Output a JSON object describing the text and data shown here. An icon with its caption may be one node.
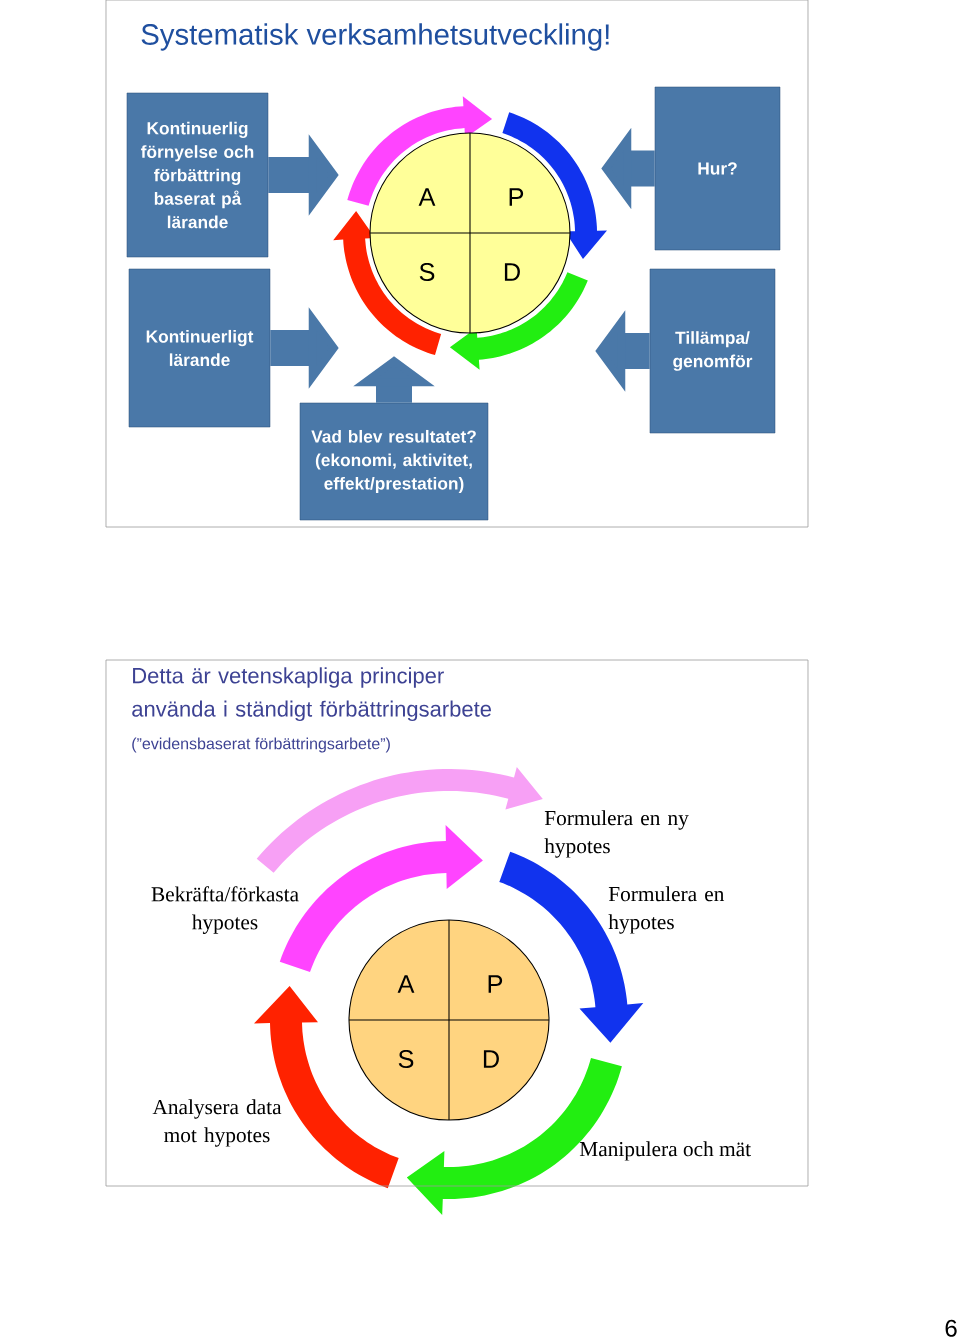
{
  "diagram": {
    "nodes": [
      {
        "text": [
          "Systematisk verksamhetsutveckling!"
        ]
      },
      {
        "text": [
          "Kontinuerlig förnyelse och förbättring baserat på lärande"
        ],
        "in": 0
      },
      {
        "text": [
          "Hur?"
        ],
        "in": 0
      },
      {
        "text": [
          "A",
          "P",
          "S",
          "D"
        ],
        "in": 0
      },
      {
        "text": [
          "Kontinuerligt lärande"
        ],
        "in": 0
      },
      {
        "text": [
          "Tillämpa/ genomför"
        ],
        "in": 0
      },
      {
        "text": [
          "Vad blev resultatet? (ekonomi, aktivitet, effekt/prestation)"
        ],
        "in": 0
      },
      {
        "text": [
          "Detta är vetenskapliga principer använda i ständigt förbättringsarbete",
          "(”evidensbaserat förbättringsarbete”)"
        ]
      },
      {
        "text": [
          "A",
          "P",
          "S",
          "D"
        ],
        "in": 7
      }
    ],
    "edges": [
      {
        "from": 1,
        "to": 3,
        "arrow": "to"
      },
      {
        "from": 2,
        "to": 3,
        "arrow": "to"
      },
      {
        "from": 4,
        "to": 3,
        "arrow": "to"
      },
      {
        "from": 5,
        "to": 3,
        "arrow": "to"
      },
      {
        "from": 6,
        "to": 3,
        "arrow": "to"
      }
    ],
    "labels": [
      "Formulera en ny hypotes",
      "Bekräfta/förkasta hypotes",
      "Formulera en hypotes",
      "Analysera data mot hypotes",
      "Manipulera och mät",
      "6"
    ]
  }
}
